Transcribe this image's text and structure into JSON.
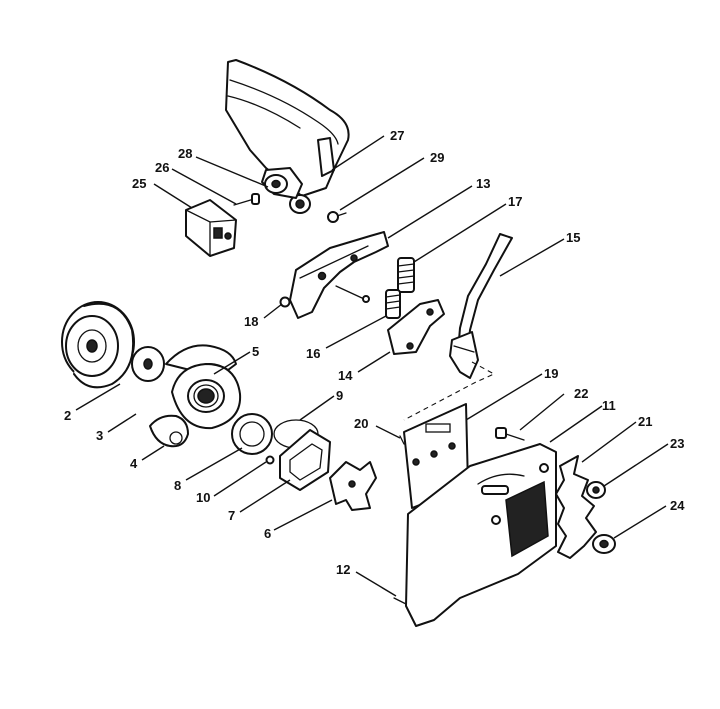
{
  "callouts": [
    {
      "id": "27",
      "text": "27"
    },
    {
      "id": "28",
      "text": "28"
    },
    {
      "id": "29",
      "text": "29"
    },
    {
      "id": "26",
      "text": "26"
    },
    {
      "id": "25",
      "text": "25"
    },
    {
      "id": "13",
      "text": "13"
    },
    {
      "id": "17",
      "text": "17"
    },
    {
      "id": "15",
      "text": "15"
    },
    {
      "id": "18",
      "text": "18"
    },
    {
      "id": "5",
      "text": "5"
    },
    {
      "id": "16",
      "text": "16"
    },
    {
      "id": "14",
      "text": "14"
    },
    {
      "id": "19",
      "text": "19"
    },
    {
      "id": "9",
      "text": "9"
    },
    {
      "id": "22",
      "text": "22"
    },
    {
      "id": "11",
      "text": "11"
    },
    {
      "id": "2",
      "text": "2"
    },
    {
      "id": "3",
      "text": "3"
    },
    {
      "id": "21",
      "text": "21"
    },
    {
      "id": "20",
      "text": "20"
    },
    {
      "id": "23",
      "text": "23"
    },
    {
      "id": "4",
      "text": "4"
    },
    {
      "id": "8",
      "text": "8"
    },
    {
      "id": "10",
      "text": "10"
    },
    {
      "id": "7",
      "text": "7"
    },
    {
      "id": "24",
      "text": "24"
    },
    {
      "id": "6",
      "text": "6"
    },
    {
      "id": "12",
      "text": "12"
    }
  ]
}
